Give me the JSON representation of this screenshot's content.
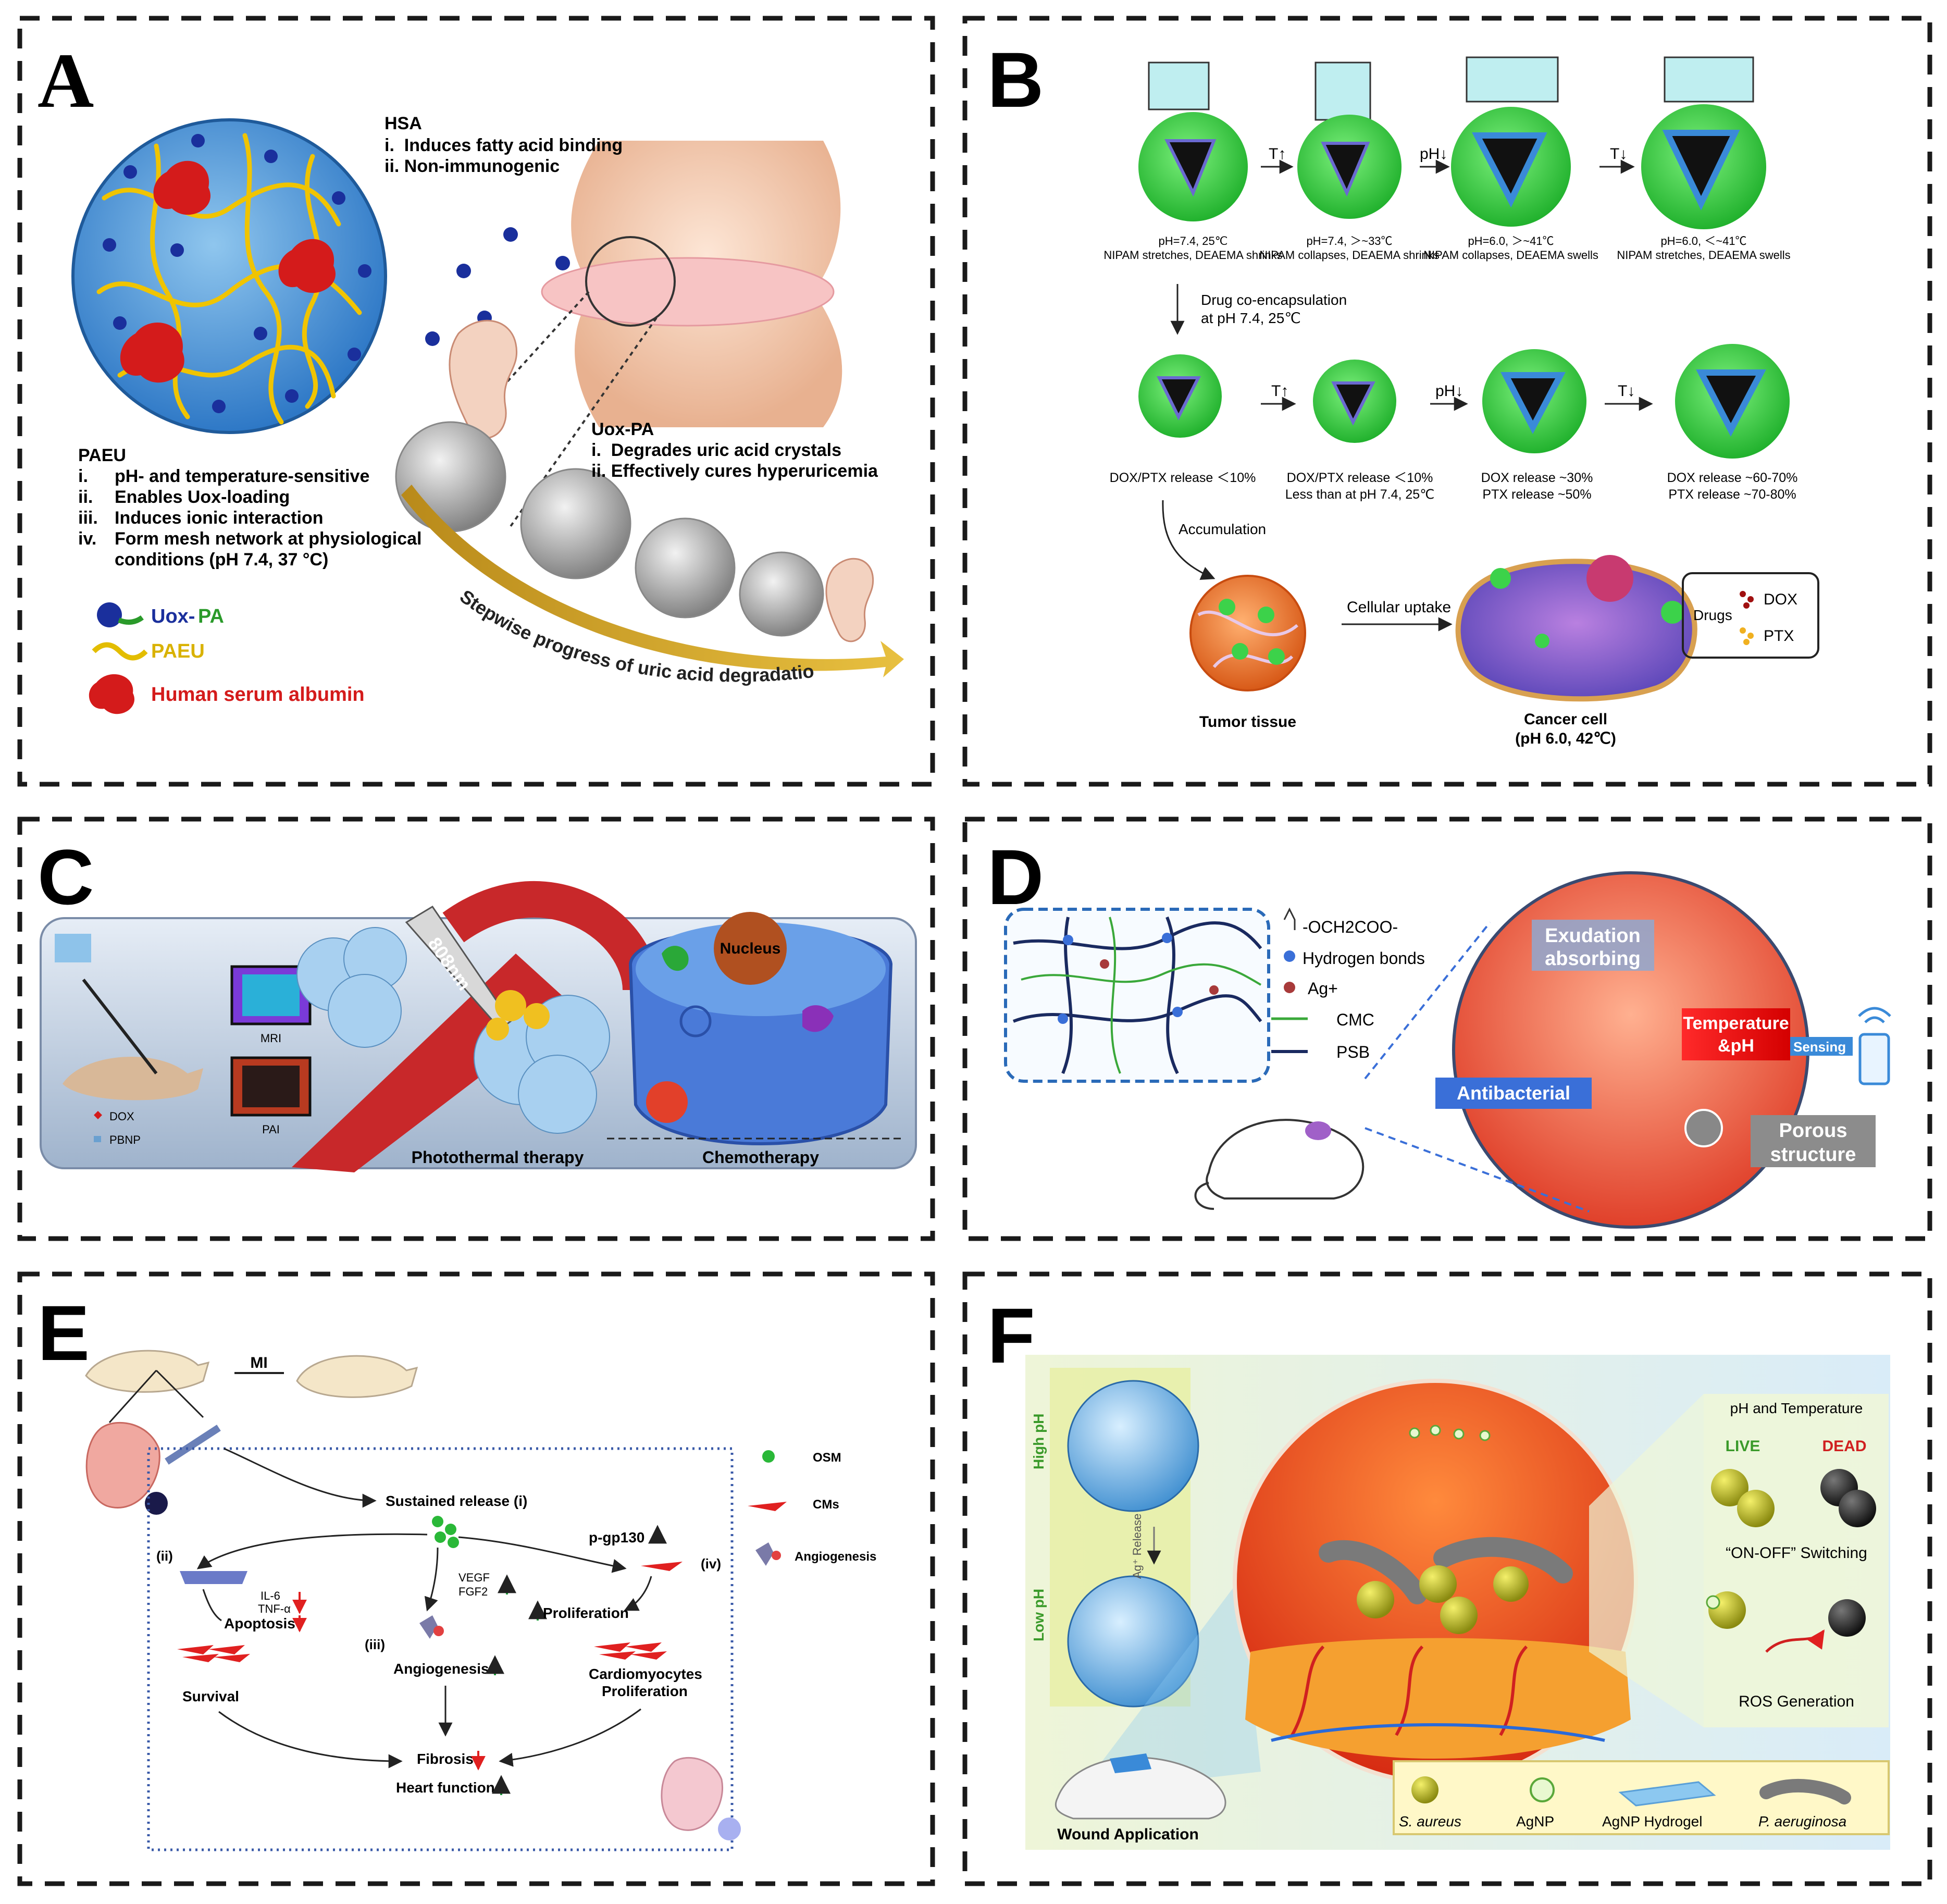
{
  "panels": {
    "A": {
      "letter": "A",
      "hsa_title": "HSA",
      "hsa_items": [
        "i.  Induces fatty acid binding",
        "ii. Non-immunogenic"
      ],
      "uox_title": "Uox-PA",
      "uox_items": [
        "i.  Degrades uric acid crystals",
        "ii. Effectively cures hyperuricemia"
      ],
      "paeu_title": "PAEU",
      "paeu_items": [
        {
          "num": "i.",
          "text": "pH- and temperature-sensitive"
        },
        {
          "num": "ii.",
          "text": "Enables Uox-loading"
        },
        {
          "num": "iii.",
          "text": "Induces ionic interaction"
        },
        {
          "num": "iv.",
          "text": "Form mesh network at physiological"
        },
        {
          "num": "",
          "text": "conditions (pH 7.4, 37 °C)"
        }
      ],
      "legend_uox_a": "Uox-",
      "legend_uox_b": "PA",
      "legend_paeu": "PAEU",
      "legend_hsa": "Human serum albumin",
      "progress_label": "Stepwise progress of uric acid degradation"
    },
    "B": {
      "letter": "B",
      "row1": [
        {
          "cond": "pH=7.4, 25℃",
          "desc": "NIPAM stretches, DEAEMA shrinks"
        },
        {
          "cond": "pH=7.4, ＞~33℃",
          "desc": "NIPAM collapses, DEAEMA shrinks"
        },
        {
          "cond": "pH=6.0, ＞~41℃",
          "desc": "NIPAM collapses, DEAEMA swells"
        },
        {
          "cond": "pH=6.0, ＜~41℃",
          "desc": "NIPAM stretches, DEAEMA swells"
        }
      ],
      "arrows1": [
        "T↑",
        "pH↓",
        "T↓"
      ],
      "co_encap_1": "Drug co-encapsulation",
      "co_encap_2": "at pH 7.4, 25℃",
      "row2": [
        {
          "l1": "DOX/PTX release ＜10%",
          "l2": ""
        },
        {
          "l1": "DOX/PTX release ＜10%",
          "l2": "Less than at pH 7.4, 25℃"
        },
        {
          "l1": "DOX release ~30%",
          "l2": "PTX release ~50%"
        },
        {
          "l1": "DOX release ~60-70%",
          "l2": "PTX release ~70-80%"
        }
      ],
      "arrows2": [
        "T↑",
        "pH↓",
        "T↓"
      ],
      "accumulation": "Accumulation",
      "uptake": "Cellular uptake",
      "tumor": "Tumor tissue",
      "cancer_1": "Cancer cell",
      "cancer_2": "(pH 6.0, 42℃)",
      "drugs": "Drugs",
      "dox": "DOX",
      "ptx": "PTX"
    },
    "C": {
      "letter": "C",
      "mri": "MRI",
      "pai": "PAI",
      "dox": "DOX",
      "pbnp": "PBNP",
      "laser": "808nm",
      "nucleus": "Nucleus",
      "ptt": "Photothermal therapy",
      "chemo": "Chemotherapy"
    },
    "D": {
      "letter": "D",
      "legend": [
        "-OCH2COO-",
        "Hydrogen bonds",
        "Ag+",
        "CMC",
        "PSB"
      ],
      "exudation_1": "Exudation",
      "exudation_2": "absorbing",
      "temp_1": "Temperature",
      "temp_2": "&pH",
      "sensing": "Sensing",
      "antibacterial": "Antibacterial",
      "porous_1": "Porous",
      "porous_2": "structure"
    },
    "E": {
      "letter": "E",
      "mi": "MI",
      "sustained": "Sustained release (i)",
      "pgp": "p-gp130",
      "ii": "(ii)",
      "iii": "(iii)",
      "iv": "(iv)",
      "il6": "IL-6",
      "tnf": "TNF-α",
      "apoptosis": "Apoptosis",
      "vegf": "VEGF",
      "fgf2": "FGF2",
      "proliferation": "Proliferation",
      "angiogenesis": "Angiogenesis",
      "cm_1": "Cardiomyocytes",
      "cm_2": "Proliferation",
      "survival": "Survival",
      "fibrosis": "Fibrosis",
      "heart": "Heart function",
      "leg_osm": "OSM",
      "leg_cms": "CMs",
      "leg_angio": "Angiogenesis"
    },
    "F": {
      "letter": "F",
      "high_ph": "High pH",
      "low_ph": "Low pH",
      "ag_release": "Ag⁺ Release",
      "ph_temp": "pH and Temperature",
      "live": "LIVE",
      "dead": "DEAD",
      "switching": "“ON-OFF” Switching",
      "ros": "ROS Generation",
      "wound": "Wound Application",
      "legend": [
        "S. aureus",
        "AgNP",
        "AgNP Hydrogel",
        "P. aeruginosa"
      ]
    }
  },
  "colors": {
    "frame": "#1a1a1a",
    "hsa_red": "#d41b1b",
    "uox_blue": "#1a2f9c",
    "uox_green": "#2a9a2a",
    "paeu_yellow": "#d9b200",
    "micelle_green": "#3cd24a",
    "accent_blue": "#3a6fd8",
    "label_gray": "#8c8c8c",
    "up_green": "#1e9e3a",
    "down_red": "#e02020"
  }
}
